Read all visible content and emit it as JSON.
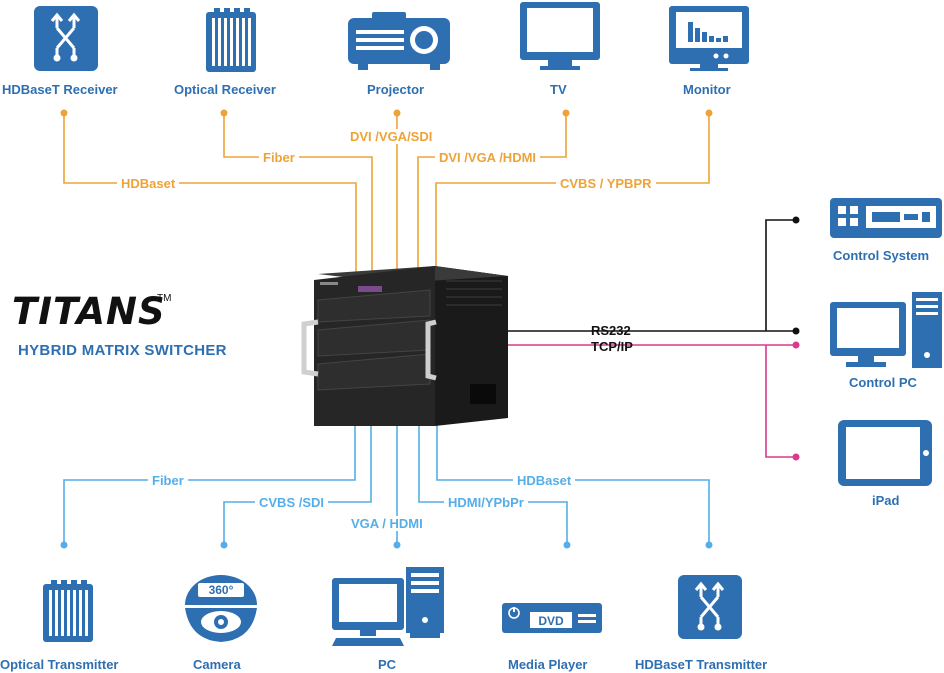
{
  "brand": {
    "name": "TITANS",
    "trademark": "TM",
    "subtitle": "HYBRID  MATRIX SWITCHER"
  },
  "devices": {
    "hdbaset_receiver": "HDBaseT Receiver",
    "optical_receiver": "Optical Receiver",
    "projector": "Projector",
    "tv": "TV",
    "monitor": "Monitor",
    "control_system": "Control System",
    "control_pc": "Control PC",
    "ipad": "iPad",
    "optical_transmitter": "Optical Transmitter",
    "camera": "Camera",
    "pc": "PC",
    "media_player": "Media Player",
    "hdbaset_transmitter": "HDBaseT Transmitter"
  },
  "output_links": {
    "hdbaset": "HDBaset",
    "fiber": "Fiber",
    "projector_signal": "DVI /VGA/SDI",
    "tv_signal": "DVI /VGA /HDMI",
    "monitor_signal": "CVBS / YPBPR"
  },
  "input_links": {
    "fiber": "Fiber",
    "camera_signal": "CVBS /SDI",
    "pc_signal": "VGA / HDMI",
    "media_signal": "HDMI/YPbPr",
    "hdbaset": "HDBaset"
  },
  "control_links": {
    "rs232": "RS232",
    "tcpip": "TCP/IP"
  },
  "icon_text": {
    "camera_360": "360°",
    "dvd": "DVD"
  },
  "colors": {
    "output": "#eea338",
    "input": "#55aee8",
    "control_tcp": "#d93a8c",
    "control_rs232": "#111111",
    "icon": "#2e6fb2"
  }
}
